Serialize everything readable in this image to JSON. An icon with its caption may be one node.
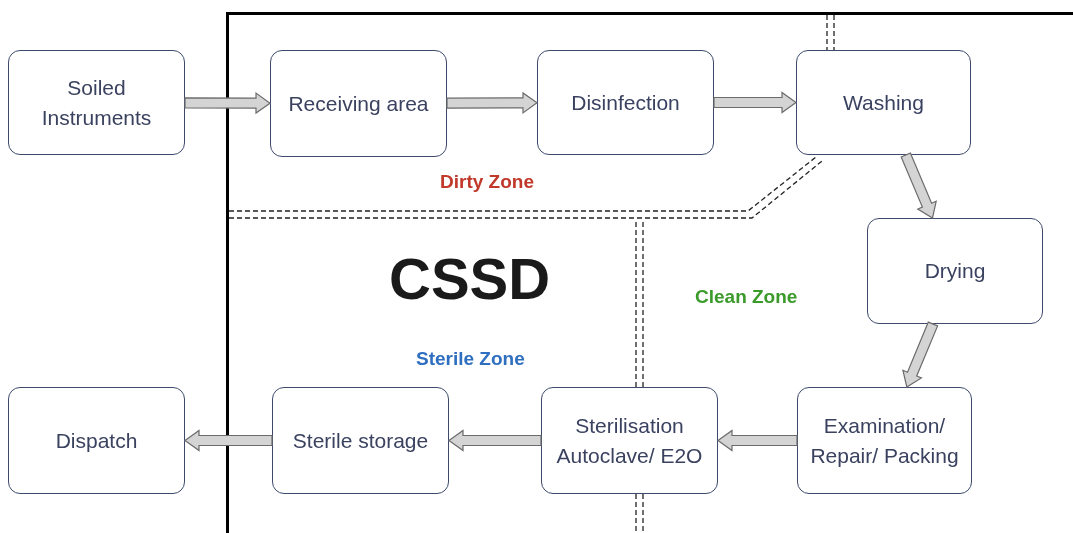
{
  "diagram": {
    "nodes": [
      {
        "text": [
          "Soiled Instruments"
        ]
      },
      {
        "text": [
          "CSSD"
        ]
      },
      {
        "text": [
          "Receiving area"
        ],
        "in": 1
      },
      {
        "text": [
          "Disinfection"
        ],
        "in": 1
      },
      {
        "text": [
          "Washing"
        ],
        "in": 1
      },
      {
        "text": [
          "Drying"
        ],
        "in": 1
      },
      {
        "text": [
          "Examination/ Repair/ Packing"
        ],
        "in": 1
      },
      {
        "text": [
          "Sterilisation Autoclave/ E2O"
        ],
        "in": 1
      },
      {
        "text": [
          "Sterile storage"
        ],
        "in": 1
      },
      {
        "text": [
          "Dispatch"
        ]
      }
    ],
    "edges": [
      {
        "from": 0,
        "to": 2,
        "arrow": "to"
      },
      {
        "from": 2,
        "to": 3,
        "arrow": "to"
      },
      {
        "from": 3,
        "to": 4,
        "arrow": "to"
      },
      {
        "from": 4,
        "to": 5,
        "arrow": "to"
      },
      {
        "from": 5,
        "to": 6,
        "arrow": "to"
      },
      {
        "from": 6,
        "to": 7,
        "arrow": "to"
      },
      {
        "from": 7,
        "to": 8,
        "arrow": "to"
      },
      {
        "from": 8,
        "to": 9,
        "arrow": "to"
      }
    ],
    "labels": [
      "Dirty Zone",
      "Clean Zone",
      "Sterile Zone"
    ]
  }
}
